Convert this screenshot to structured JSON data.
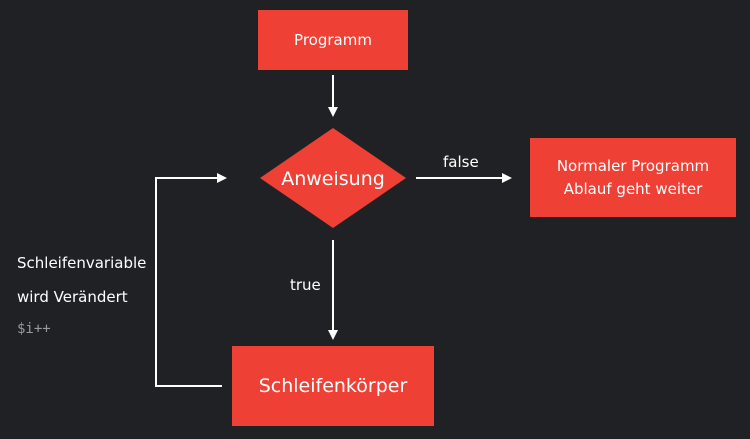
{
  "colors": {
    "background": "#202124",
    "node_fill": "#ee4035",
    "text": "#ffffff",
    "muted_text": "#9a9a9a",
    "connector": "#ffffff"
  },
  "nodes": {
    "programm": {
      "label": "Programm"
    },
    "anweisung": {
      "label": "Anweisung"
    },
    "normal": {
      "line1": "Normaler Programm",
      "line2": "Ablauf geht weiter"
    },
    "schleifenkoerper": {
      "label": "Schleifenkörper"
    }
  },
  "edges": {
    "false_label": "false",
    "true_label": "true"
  },
  "loop_note": {
    "line1": "Schleifenvariable",
    "line2": "wird Verändert",
    "code": "$i++"
  }
}
